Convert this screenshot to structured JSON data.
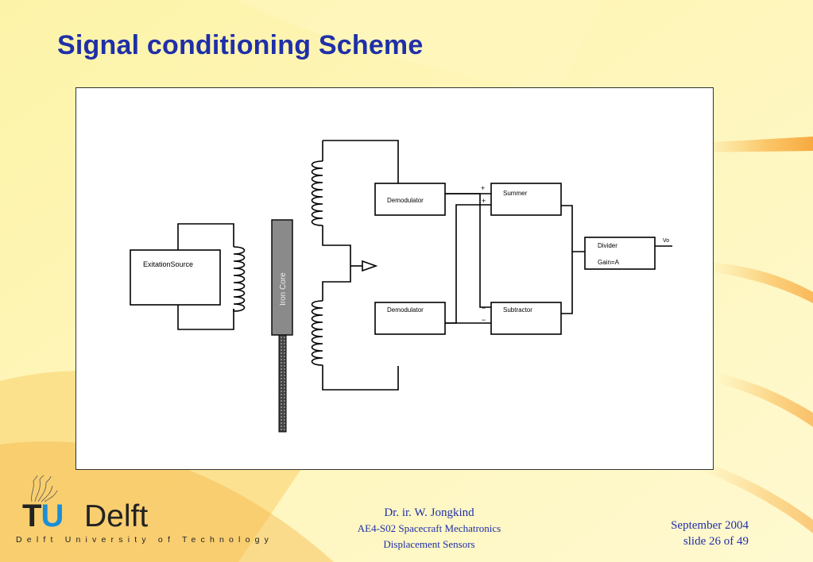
{
  "slide": {
    "title": "Signal conditioning Scheme"
  },
  "diagram": {
    "blocks": {
      "excitation": "ExitationSource",
      "core": "Iron Core",
      "demod_top": "Demodulator",
      "demod_bottom": "Demodulator",
      "summer": "Summer",
      "subtractor": "Subtractor",
      "divider": "Divider",
      "gain": "Gain=A",
      "output": "Vo"
    },
    "signs": {
      "summer_in1": "+",
      "summer_in2": "+",
      "subtractor_in1": "−",
      "subtractor_in2": "−"
    }
  },
  "footer": {
    "logo_tu": "TU",
    "logo_delft": "Delft",
    "logo_subtitle": "Delft University of Technology",
    "author": "Dr. ir. W. Jongkind",
    "course": "AE4-S02 Spacecraft Mechatronics",
    "topic": "Displacement Sensors",
    "date": "September 2004",
    "slide_number": "slide 26 of 49"
  },
  "colors": {
    "title": "#1f2fa8",
    "background": "#fdf6b8",
    "logo_blue": "#1a8fd8"
  }
}
